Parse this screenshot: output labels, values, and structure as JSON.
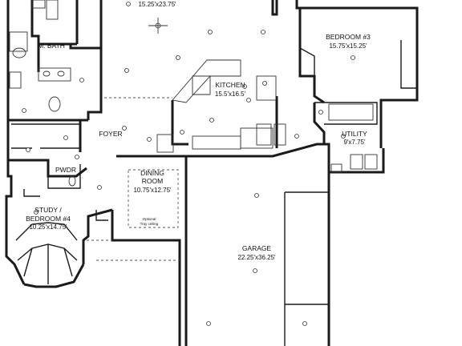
{
  "rooms": {
    "great_room": {
      "dims": "15.25'x23.75'"
    },
    "master_bath": {
      "name": "M. BATH"
    },
    "bedroom3": {
      "name": "BEDROOM #3",
      "dims": "15.75'x15.25'"
    },
    "kitchen": {
      "name": "KITCHEN",
      "dims": "15.5'x16.5'"
    },
    "foyer": {
      "name": "FOYER"
    },
    "utility": {
      "name": "UTILITY",
      "dims": "9'x7.75'"
    },
    "powder": {
      "name": "PWDR"
    },
    "dining": {
      "name": "DINING",
      "name2": "ROOM",
      "dims": "10.75'x12.75'"
    },
    "study": {
      "name": "STUDY /",
      "name2": "BEDROOM #4",
      "dims": "10.25'x14.75'"
    },
    "garage": {
      "name": "GARAGE",
      "dims": "22.25'x36.25'"
    }
  },
  "notes": {
    "tray_line1": "Optional",
    "tray_line2": "Tray ceiling"
  }
}
